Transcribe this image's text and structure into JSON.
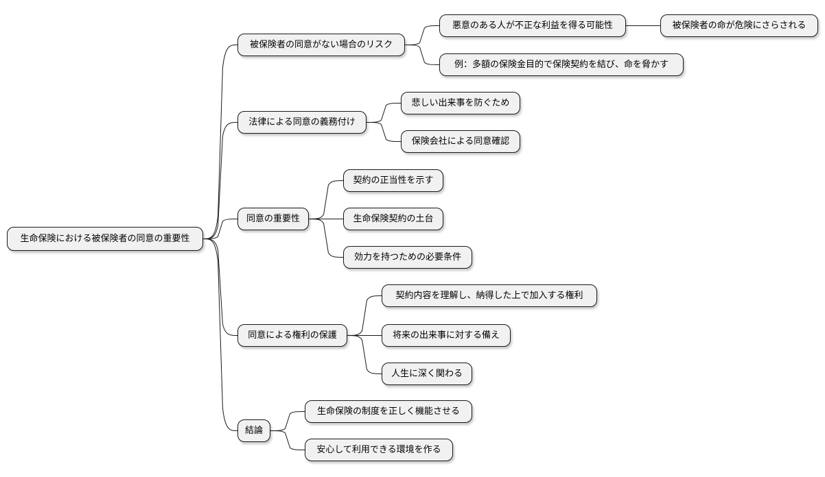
{
  "colors": {
    "node_fill": "#f1f1f1",
    "node_border": "#181818",
    "edge": "#181818",
    "background": "#ffffff"
  },
  "root": {
    "label": "生命保険における被保険者の同意の重要性",
    "children": [
      {
        "label": "被保険者の同意がない場合のリスク",
        "children": [
          {
            "label": "悪意のある人が不正な利益を得る可能性",
            "children": [
              {
                "label": "被保険者の命が危険にさらされる"
              }
            ]
          },
          {
            "label": "例：多額の保険金目的で保険契約を結び、命を脅かす"
          }
        ]
      },
      {
        "label": "法律による同意の義務付け",
        "children": [
          {
            "label": "悲しい出来事を防ぐため"
          },
          {
            "label": "保険会社による同意確認"
          }
        ]
      },
      {
        "label": "同意の重要性",
        "children": [
          {
            "label": "契約の正当性を示す"
          },
          {
            "label": "生命保険契約の土台"
          },
          {
            "label": "効力を持つための必要条件"
          }
        ]
      },
      {
        "label": "同意による権利の保護",
        "children": [
          {
            "label": "契約内容を理解し、納得した上で加入する権利"
          },
          {
            "label": "将来の出来事に対する備え"
          },
          {
            "label": "人生に深く関わる"
          }
        ]
      },
      {
        "label": "結論",
        "children": [
          {
            "label": "生命保険の制度を正しく機能させる"
          },
          {
            "label": "安心して利用できる環境を作る"
          }
        ]
      }
    ]
  }
}
